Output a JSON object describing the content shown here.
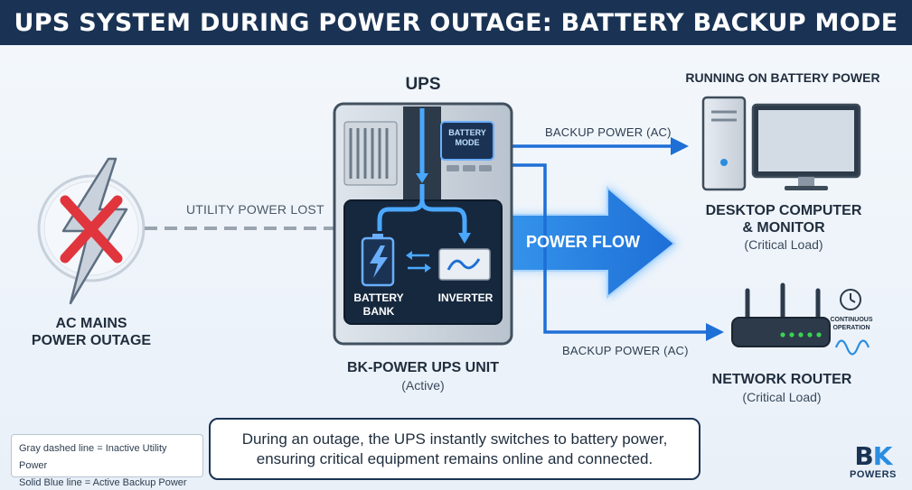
{
  "title": "UPS SYSTEM DURING POWER OUTAGE: BATTERY BACKUP MODE",
  "outage": {
    "label_line1": "AC MAINS",
    "label_line2": "POWER OUTAGE",
    "utility_label": "UTILITY POWER LOST"
  },
  "ups": {
    "heading": "UPS",
    "mode_line1": "BATTERY",
    "mode_line2": "MODE",
    "battery_line1": "BATTERY",
    "battery_line2": "BANK",
    "inverter_label": "INVERTER",
    "unit_label": "BK-POWER UPS UNIT",
    "unit_status": "(Active)"
  },
  "flow": {
    "power_flow_label": "POWER FLOW",
    "backup_top": "BACKUP POWER (AC)",
    "backup_bottom": "BACKUP POWER (AC)"
  },
  "computer": {
    "heading": "RUNNING ON BATTERY POWER",
    "label_line1": "DESKTOP COMPUTER",
    "label_line2": "& MONITOR",
    "status": "(Critical Load)"
  },
  "router": {
    "continuous_line1": "CONTINUOUS",
    "continuous_line2": "OPERATION",
    "label": "NETWORK ROUTER",
    "status": "(Critical Load)"
  },
  "note": {
    "line1": "During an outage, the UPS instantly switches to battery power,",
    "line2": "ensuring critical equipment remains online and connected."
  },
  "legend": {
    "line1": "Gray dashed line = Inactive Utility Power",
    "line2": "Solid Blue line = Active Backup Power"
  },
  "brand": {
    "letters_b": "B",
    "letters_k": "K",
    "sub": "POWERS"
  },
  "colors": {
    "header_bg": "#1a3354",
    "accent_blue": "#2a8de0",
    "warning_red": "#e0353d",
    "inactive_gray": "#9aa4ae"
  }
}
